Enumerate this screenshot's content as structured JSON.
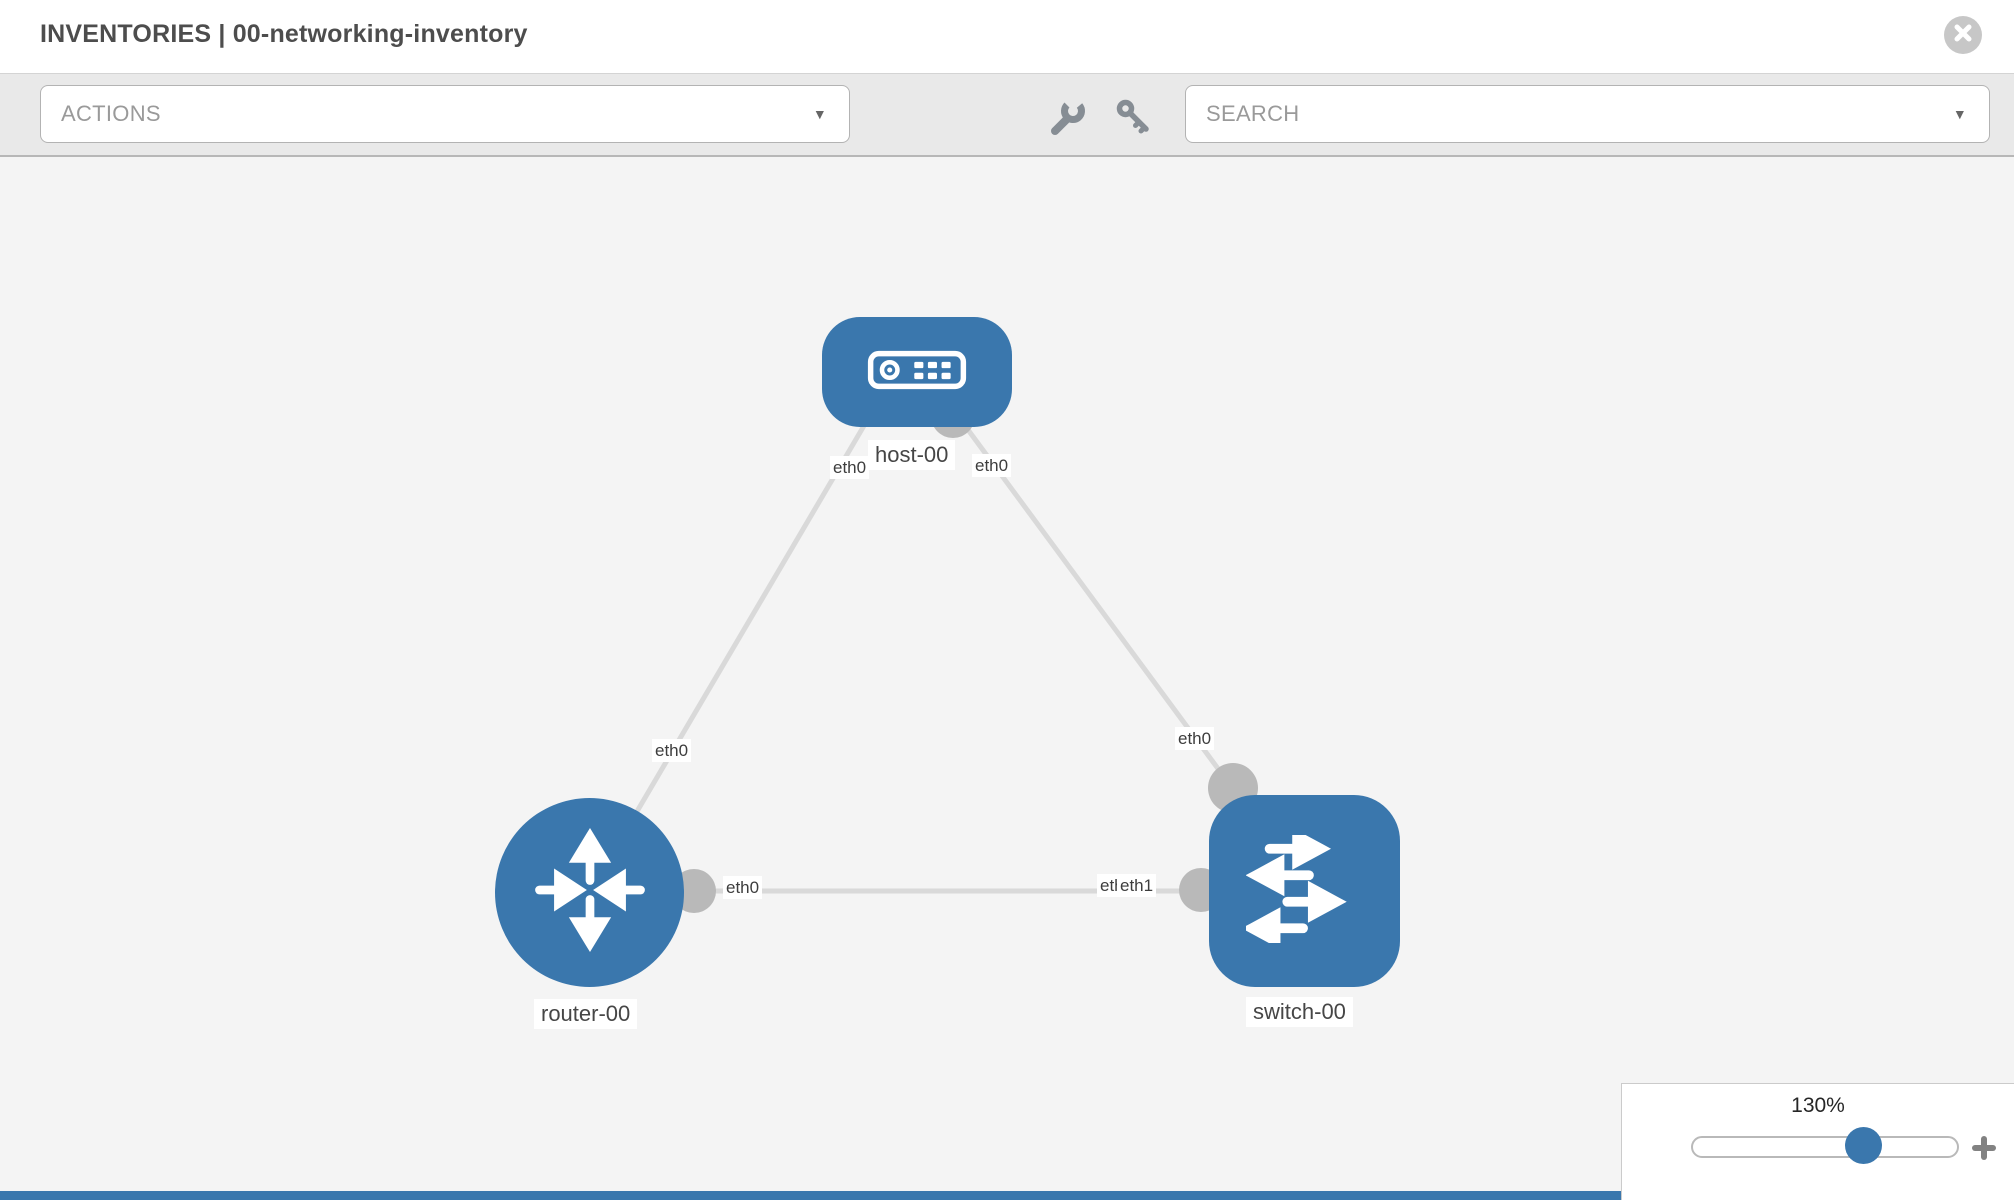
{
  "header": {
    "title": "INVENTORIES | 00-networking-inventory"
  },
  "toolbar": {
    "actions": {
      "label": "ACTIONS"
    },
    "search": {
      "placeholder": "SEARCH"
    },
    "caret": "▼",
    "icons": [
      "wrench-icon",
      "key-icon"
    ]
  },
  "canvas": {
    "nodes": [
      {
        "name": "host-00",
        "type": "host"
      },
      {
        "name": "router-00",
        "type": "router"
      },
      {
        "name": "switch-00",
        "type": "switch"
      }
    ],
    "links": [
      {
        "from": "host-00",
        "to": "router-00",
        "from_interface": "eth0",
        "to_interface": "eth0"
      },
      {
        "from": "host-00",
        "to": "switch-00",
        "from_interface": "eth0",
        "to_interface": "eth0"
      },
      {
        "from": "router-00",
        "to": "switch-00",
        "from_interface": "eth0",
        "to_interface": "eth1"
      }
    ],
    "interfaces": {
      "host_end_to_router": "eth0",
      "host_end_to_switch": "eth0",
      "router_end_to_host": "eth0",
      "switch_end_to_host": "eth0",
      "router_end_to_switch": "eth0",
      "switch_end_to_router_under": "eth0",
      "switch_end_to_router": "eth1"
    }
  },
  "zoom": {
    "level": "130%"
  },
  "colors": {
    "node_blue": "#3a77ad",
    "link_gray": "#d9d9d9",
    "dot_gray": "#b9b9b9",
    "canvas_bg": "#f4f4f4",
    "toolbar_bg": "#e9e9e9"
  }
}
